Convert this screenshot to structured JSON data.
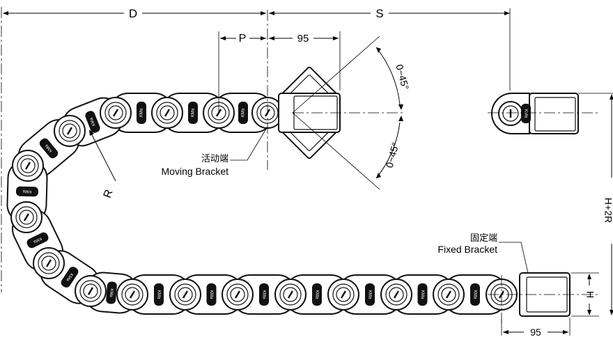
{
  "dimensions": {
    "d": "D",
    "s": "S",
    "p": "P",
    "bracket_width_top": "95",
    "angle_up": "0~45°",
    "angle_down": "0~45°",
    "radius": "R",
    "chain_height": "H",
    "overall_height": "H+2R",
    "bracket_width_bottom": "95"
  },
  "labels": {
    "moving_bracket_cn": "活动端",
    "moving_bracket_en": "Moving Bracket",
    "fixed_bracket_cn": "固定端",
    "fixed_bracket_en": "Fixed Bracket"
  },
  "link_marking": "KMa"
}
